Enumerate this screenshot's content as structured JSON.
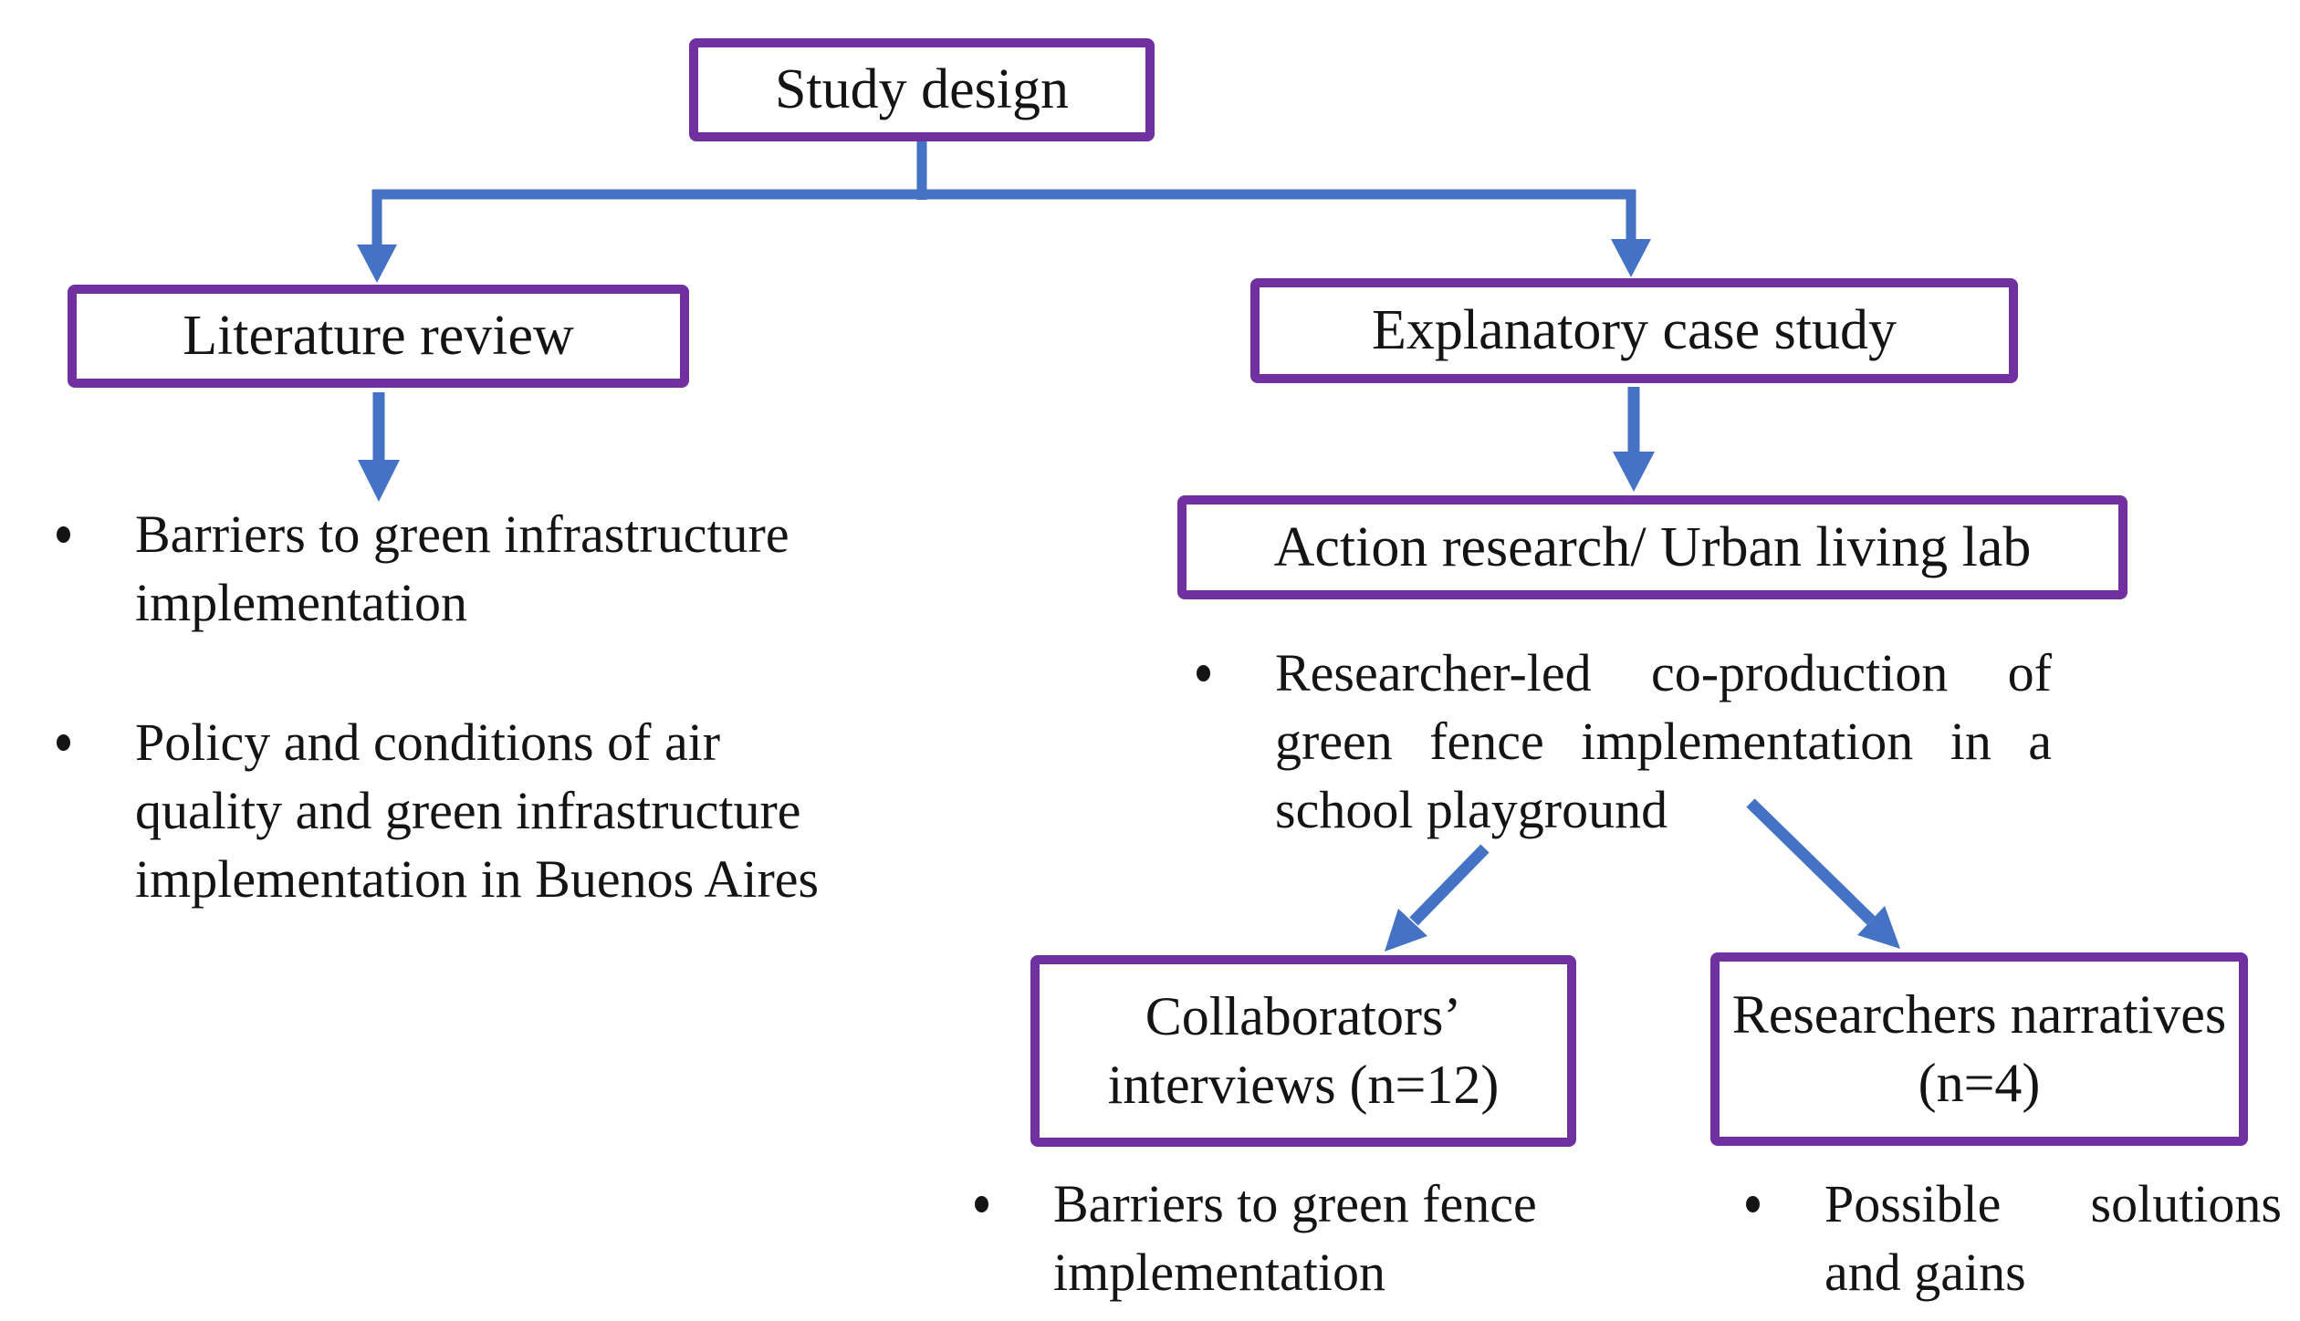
{
  "colors": {
    "box_border": "#7030A0",
    "arrow": "#4472C4",
    "text": "#141414",
    "background": "#ffffff"
  },
  "flowchart": {
    "root": {
      "label": "Study design"
    },
    "literature": {
      "label": "Literature review",
      "bullets": [
        "Barriers to green infrastructure implementation",
        "Policy and conditions of air quality and green infrastructure implementation in Buenos Aires"
      ]
    },
    "case_study": {
      "label": "Explanatory case study",
      "action_research": {
        "label": "Action research/ Urban living lab",
        "bullets": [
          "Researcher-led co-production of green fence implementation in a school playground"
        ]
      },
      "collaborators": {
        "label": "Collaborators’ interviews (n=12)",
        "bullets": [
          "Barriers to green fence implementation"
        ]
      },
      "researchers": {
        "label": "Researchers narratives (n=4)",
        "bullets": [
          "Possible solutions and gains"
        ]
      }
    }
  }
}
